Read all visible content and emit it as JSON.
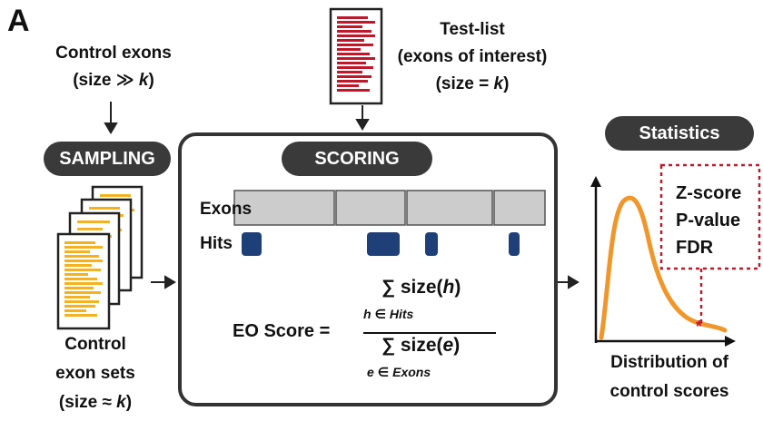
{
  "panel_label": "A",
  "control_exons": {
    "line1": "Control exons",
    "line2_pre": "(size ",
    "line2_sym": "≫",
    "line2_var": "k",
    "line2_post": ")"
  },
  "test_list": {
    "line1": "Test-list",
    "line2": "(exons of interest)",
    "line3_pre": "(size = ",
    "line3_var": "k",
    "line3_post": ")"
  },
  "pills": {
    "sampling": "SAMPLING",
    "scoring": "SCORING",
    "statistics": "Statistics"
  },
  "control_sets": {
    "line1": "Control",
    "line2": "exon sets",
    "line3_pre": "(size ≈ ",
    "line3_var": "k",
    "line3_post": ")"
  },
  "scoring": {
    "exons_label": "Exons",
    "hits_label": "Hits",
    "sum_symbol": "∑",
    "num_text_pre": "size(",
    "num_var": "h",
    "num_text_post": ")",
    "num_sub": "h ∈ Hits",
    "eo_label": "EO Score =",
    "den_text_pre": "size(",
    "den_var": "e",
    "den_text_post": ")",
    "den_sub": "e ∈ Exons"
  },
  "statistics": {
    "metrics": [
      "Z-score",
      "P-value",
      "FDR"
    ],
    "dist_line1": "Distribution of",
    "dist_line2": "control scores"
  },
  "colors": {
    "pill": "#3a3a3a",
    "exon_bar": "#cccccc",
    "hit": "#1f3f78",
    "curve": "#f0962a",
    "red": "#c0182a",
    "yellow": "#f5b21d"
  }
}
